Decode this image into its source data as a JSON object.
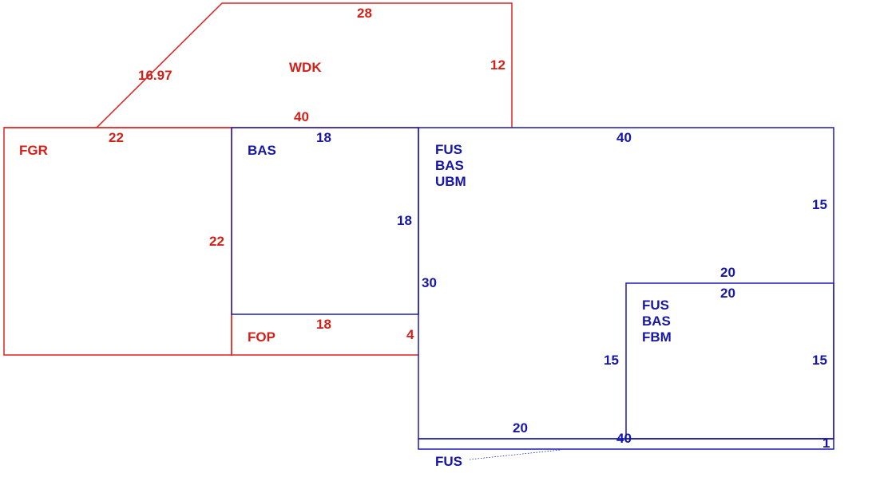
{
  "colors": {
    "red": "#d42018",
    "blue": "#1616a8"
  },
  "areas": {
    "wdk": {
      "codes": [
        "WDK"
      ],
      "dims": {
        "top": "28",
        "right": "12",
        "diag": "16.97",
        "bottom": "40"
      }
    },
    "fgr": {
      "codes": [
        "FGR"
      ],
      "dims": {
        "top": "22",
        "right": "22"
      }
    },
    "bas_small": {
      "codes": [
        "BAS"
      ],
      "dims": {
        "top": "18",
        "right": "18"
      }
    },
    "fop": {
      "codes": [
        "FOP"
      ],
      "dims": {
        "top": "18",
        "right": "4"
      }
    },
    "main": {
      "codes": [
        "FUS",
        "BAS",
        "UBM"
      ],
      "dims": {
        "top": "40",
        "right": "15",
        "left": "30"
      }
    },
    "fbm": {
      "codes": [
        "FUS",
        "BAS",
        "FBM"
      ],
      "dims": {
        "top_outer": "20",
        "top_inner": "20",
        "left": "15",
        "right": "15"
      }
    },
    "strip": {
      "codes": [
        "FUS"
      ],
      "dims": {
        "left_seg": "20",
        "right_seg": "40",
        "right": "1"
      }
    }
  }
}
